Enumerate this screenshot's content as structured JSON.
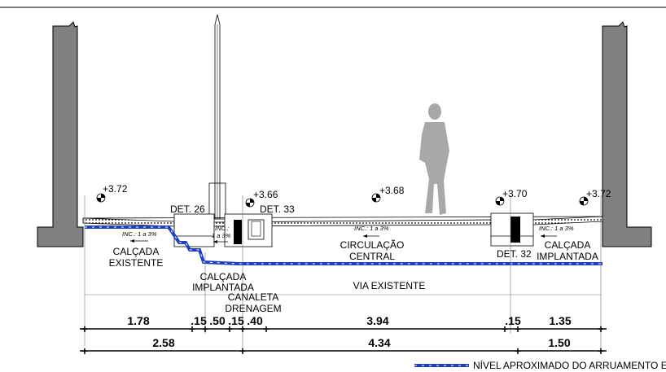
{
  "elevations": {
    "left": "+3.72",
    "det33": "+3.66",
    "central": "+3.68",
    "det32": "+3.70",
    "right": "+3.72"
  },
  "details": {
    "det26": "DET. 26",
    "det33": "DET. 33",
    "det32": "DET. 32"
  },
  "slopes": {
    "left": "INC.: 1 a 3%",
    "inner_1": "INC.:",
    "inner_2": "1 a 3%",
    "central": "INC.: 1 a 3%",
    "right": "INC.: 1 a 3%"
  },
  "labels": {
    "calcada_existente_1": "CALÇADA",
    "calcada_existente_2": "EXISTENTE",
    "calcada_implantada_left_1": "CALÇADA",
    "calcada_implantada_left_2": "IMPLANTADA",
    "canaleta_1": "CANALETA",
    "canaleta_2": "DRENAGEM",
    "circulacao_1": "CIRCULAÇÃO",
    "circulacao_2": "CENTRAL",
    "via_existente": "VIA EXISTENTE",
    "calcada_implantada_right_1": "CALÇADA",
    "calcada_implantada_right_2": "IMPLANTADA"
  },
  "dimensions_row1": [
    "1.78",
    ".15",
    ".50",
    ".15",
    ".40",
    "3.94",
    ".15",
    "1.35"
  ],
  "dimensions_row2": [
    "2.58",
    "4.34",
    "1.50"
  ],
  "legend": {
    "text": "NÍVEL APROXIMADO DO ARRUAMENTO EXISTENTE"
  },
  "colors": {
    "wall_gray": "#808080",
    "line_blue": "#1f3fbf",
    "figure_gray": "#a8a8a8"
  }
}
